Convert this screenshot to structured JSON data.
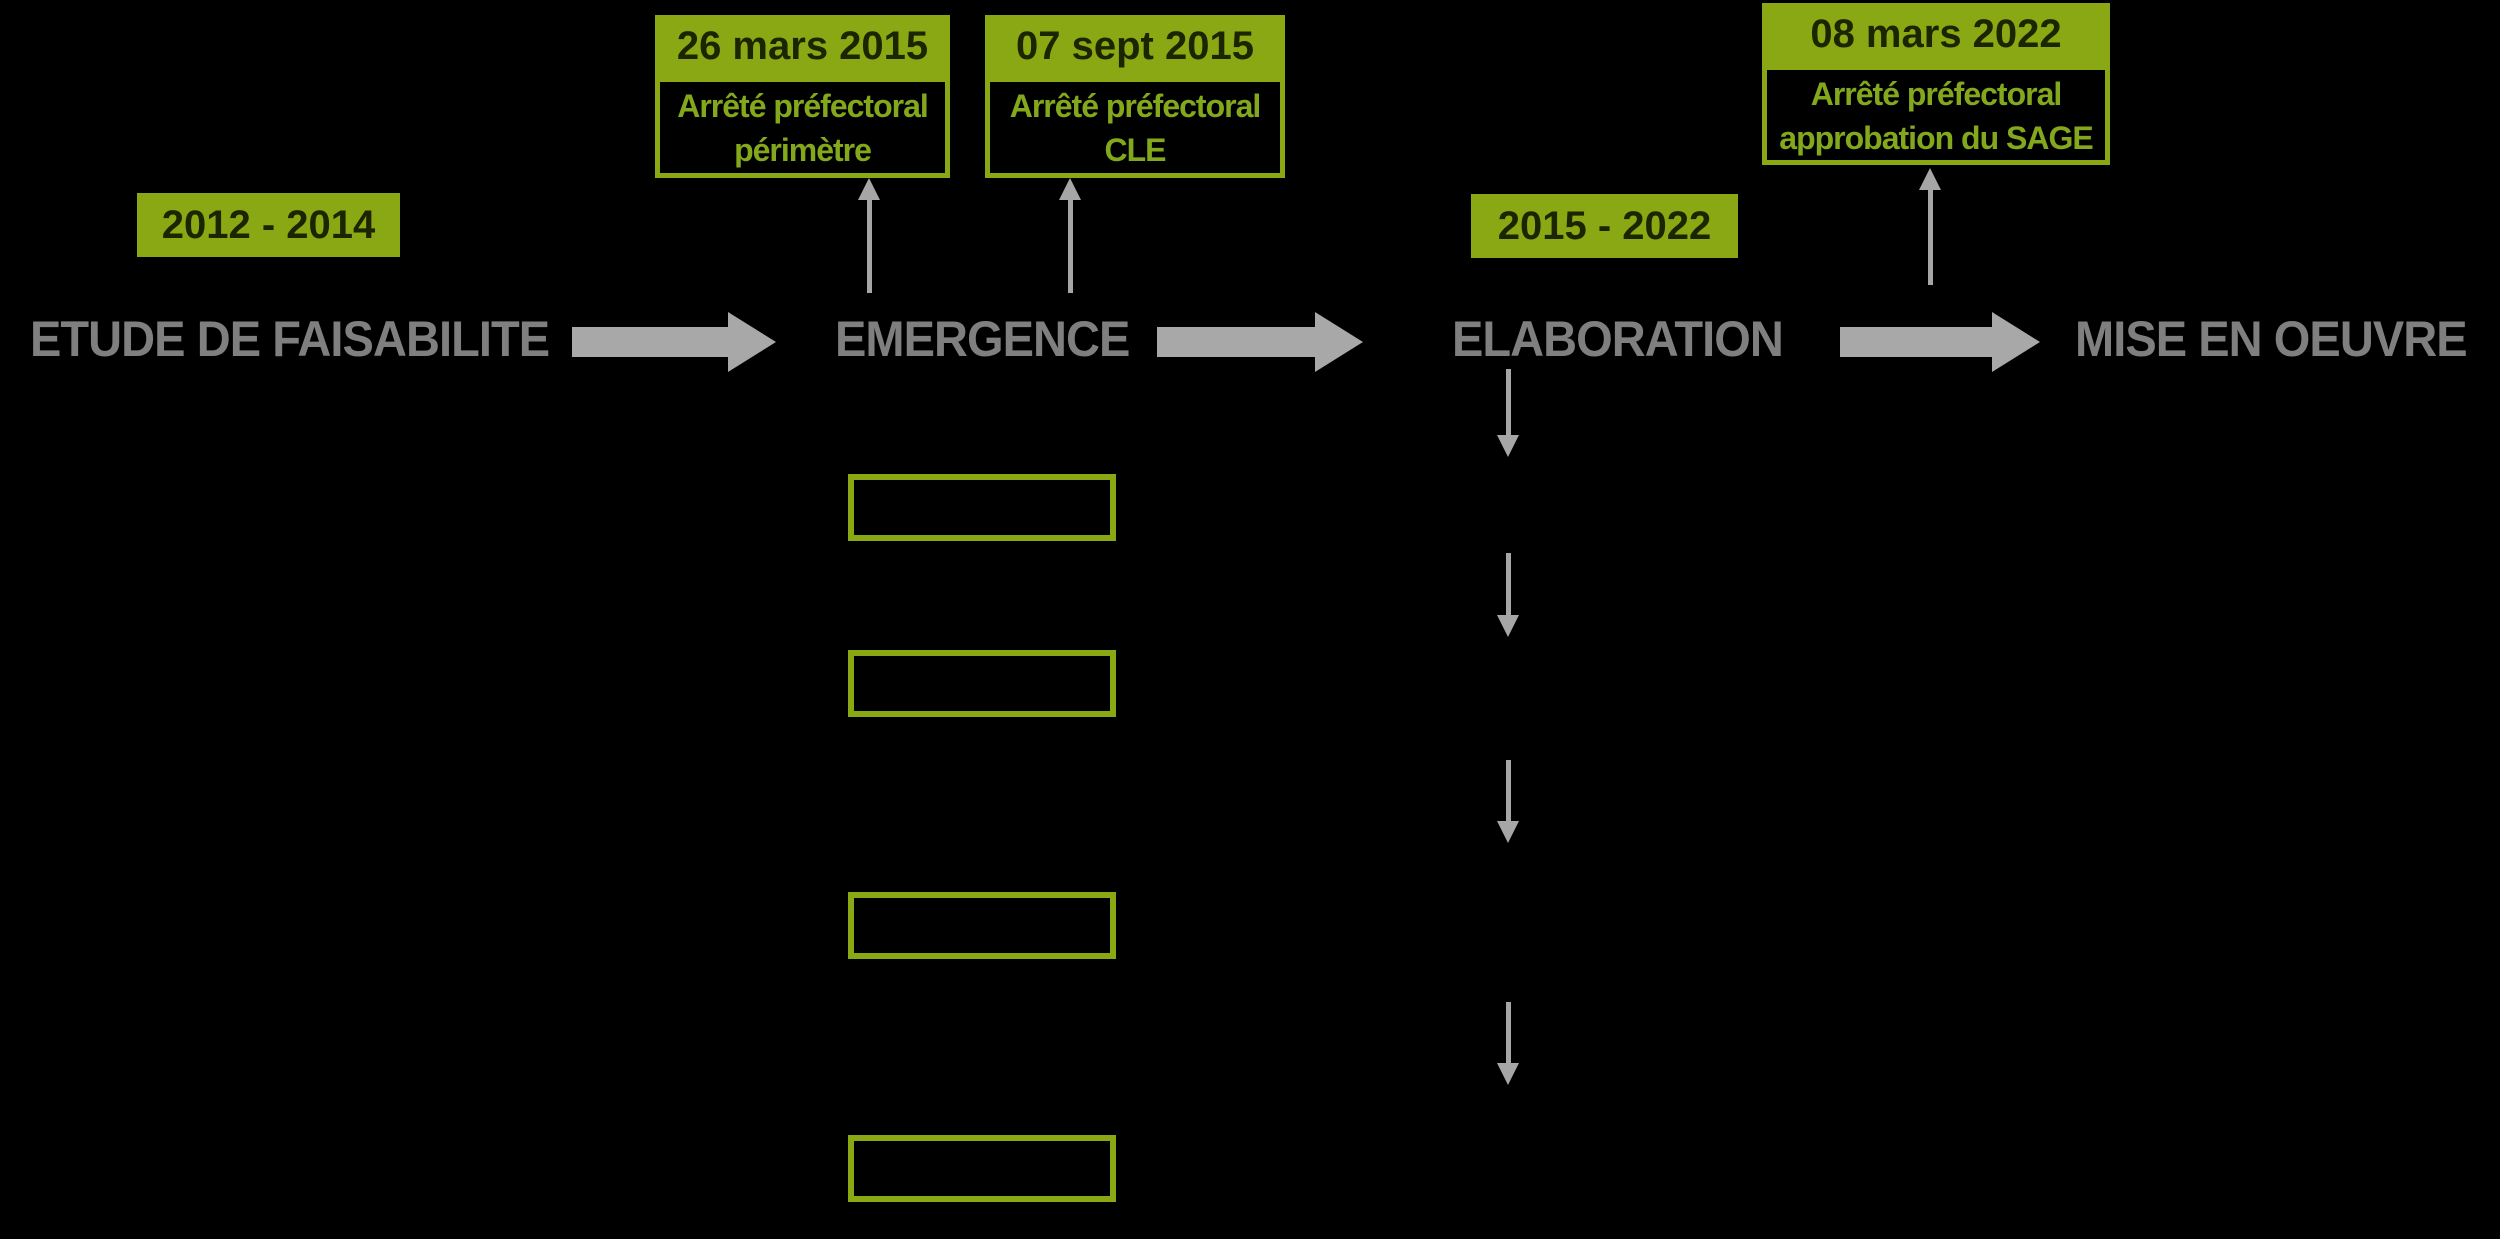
{
  "palette": {
    "background": "#000000",
    "green_fill": "#8AA813",
    "green_text": "#84A81C",
    "dark_text_on_green": "#1D2400",
    "phase_gray": "#7F7F7F",
    "arrow_gray": "#A8A8A8",
    "thin_arrow_gray": "#A6A6A6"
  },
  "timeline": {
    "phases": [
      {
        "label": "ETUDE DE FAISABILITE"
      },
      {
        "label": "EMERGENCE"
      },
      {
        "label": "ELABORATION"
      },
      {
        "label": "MISE EN OEUVRE"
      }
    ],
    "period_badges": [
      {
        "label": "2012 - 2014"
      },
      {
        "label": "2015 - 2022"
      }
    ]
  },
  "event_boxes": [
    {
      "date": "26 mars 2015",
      "line1": "Arrêté préfectoral",
      "line2": "périmètre"
    },
    {
      "date": "07 sept 2015",
      "line1": "Arrêté préfectoral",
      "line2": "CLE"
    },
    {
      "date": "08 mars 2022",
      "line1": "Arrêté préfectoral",
      "line2": "approbation du SAGE"
    }
  ]
}
